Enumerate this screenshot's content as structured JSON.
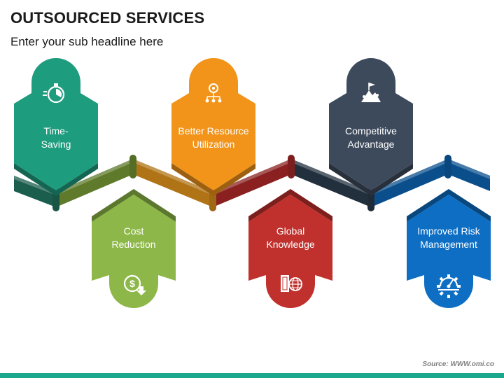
{
  "title": "OUTSOURCED SERVICES",
  "subtitle": "Enter your sub headline here",
  "source": "Source: WWW.omi.co",
  "cards": [
    {
      "label": "Time-\nSaving",
      "color": "#1e9c7e",
      "position": "top",
      "icon": "stopwatch-icon"
    },
    {
      "label": "Cost\nReduction",
      "color": "#8db849",
      "position": "bottom",
      "icon": "dollar-down-icon"
    },
    {
      "label": "Better Resource\nUtilization",
      "color": "#f2941a",
      "position": "top",
      "icon": "resource-network-icon"
    },
    {
      "label": "Global\nKnowledge",
      "color": "#c0302c",
      "position": "bottom",
      "icon": "book-globe-icon"
    },
    {
      "label": "Competitive\nAdvantage",
      "color": "#3d4a5c",
      "position": "top",
      "icon": "mountain-flag-icon"
    },
    {
      "label": "Improved Risk\nManagement",
      "color": "#0d6ec4",
      "position": "bottom",
      "icon": "gauge-gear-icon"
    }
  ],
  "ribbon_colors": [
    "#1b5e4d",
    "#5e7a2a",
    "#b07416",
    "#8a2120",
    "#22303e",
    "#0a4f8c"
  ]
}
